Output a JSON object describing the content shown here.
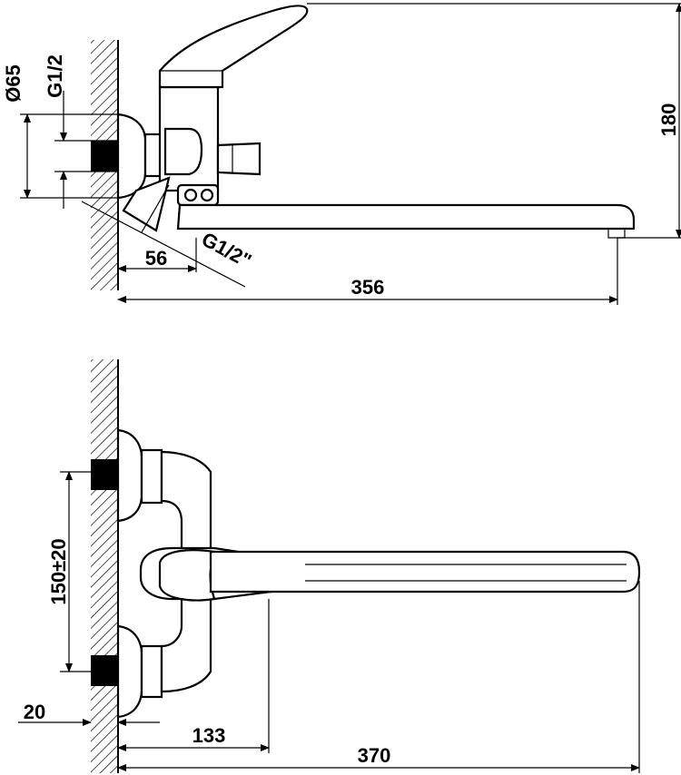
{
  "top_view": {
    "dim_d65": "Ø65",
    "dim_g12_left": "G1/2",
    "dim_180": "180",
    "dim_56": "56",
    "dim_g12_angled": "G1/2\"",
    "dim_356": "356"
  },
  "bottom_view": {
    "dim_150": "150±20",
    "dim_20": "20",
    "dim_133": "133",
    "dim_370": "370"
  }
}
